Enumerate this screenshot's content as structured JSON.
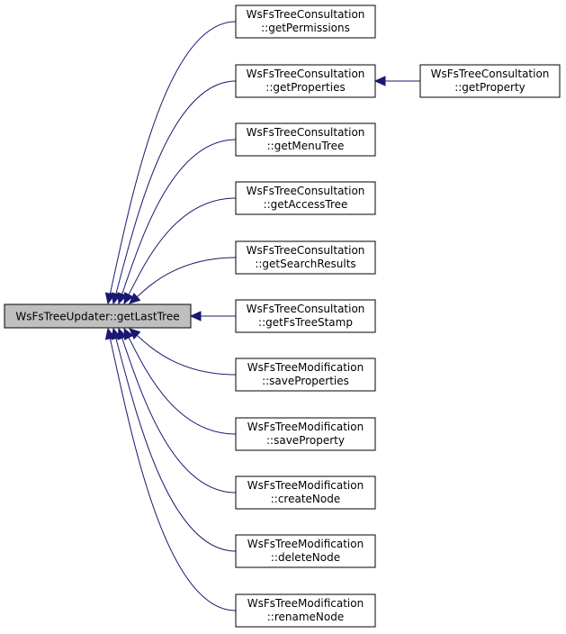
{
  "graph": {
    "root": {
      "id": "root",
      "label": "WsFsTreeUpdater::getLastTree"
    },
    "callers": [
      {
        "id": "n_getPermissions",
        "lines": [
          "WsFsTreeConsultation",
          "::getPermissions"
        ]
      },
      {
        "id": "n_getProperties",
        "lines": [
          "WsFsTreeConsultation",
          "::getProperties"
        ]
      },
      {
        "id": "n_getMenuTree",
        "lines": [
          "WsFsTreeConsultation",
          "::getMenuTree"
        ]
      },
      {
        "id": "n_getAccessTree",
        "lines": [
          "WsFsTreeConsultation",
          "::getAccessTree"
        ]
      },
      {
        "id": "n_getSearchResults",
        "lines": [
          "WsFsTreeConsultation",
          "::getSearchResults"
        ]
      },
      {
        "id": "n_getFsTreeStamp",
        "lines": [
          "WsFsTreeConsultation",
          "::getFsTreeStamp"
        ]
      },
      {
        "id": "n_saveProperties",
        "lines": [
          "WsFsTreeModification",
          "::saveProperties"
        ]
      },
      {
        "id": "n_saveProperty",
        "lines": [
          "WsFsTreeModification",
          "::saveProperty"
        ]
      },
      {
        "id": "n_createNode",
        "lines": [
          "WsFsTreeModification",
          "::createNode"
        ]
      },
      {
        "id": "n_deleteNode",
        "lines": [
          "WsFsTreeModification",
          "::deleteNode"
        ]
      },
      {
        "id": "n_renameNode",
        "lines": [
          "WsFsTreeModification",
          "::renameNode"
        ]
      }
    ],
    "second_level": [
      {
        "id": "n_getProperty",
        "lines": [
          "WsFsTreeConsultation",
          "::getProperty"
        ],
        "calls": "n_getProperties"
      }
    ],
    "colors": {
      "edge": "#191970",
      "root_fill": "#bfbfbf",
      "node_fill": "#ffffff",
      "border": "#000000"
    }
  }
}
